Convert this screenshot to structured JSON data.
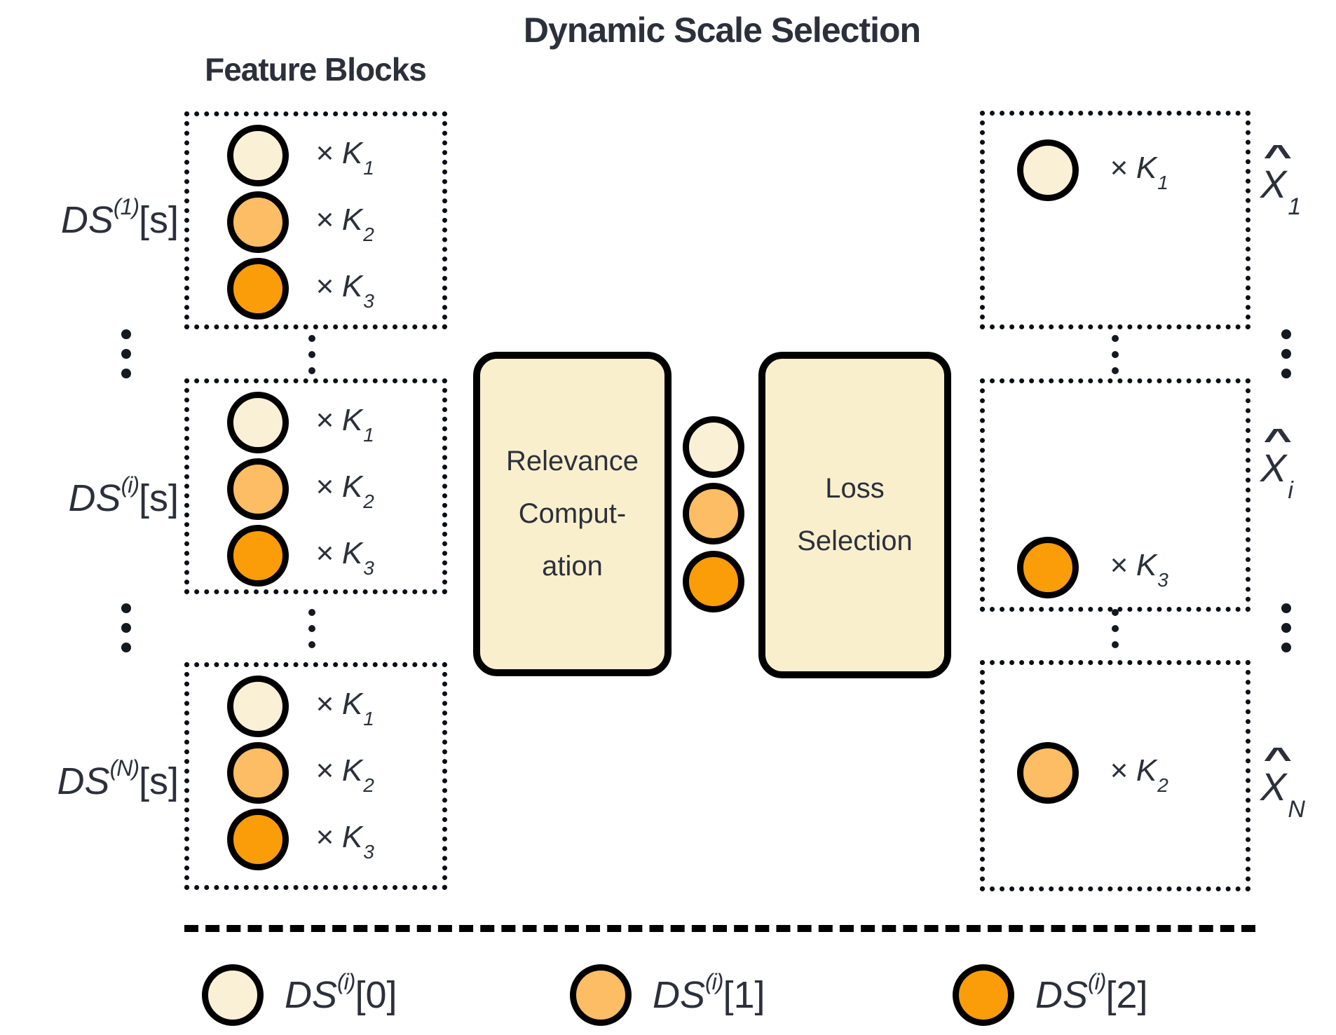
{
  "title": "Dynamic Scale Selection",
  "left_header": "Feature Blocks",
  "colors": {
    "cream": "#faf0d6",
    "light_orange": "#fcbd64",
    "orange": "#fb9d09",
    "panel_fill": "#faefcd",
    "ink": "#2b303b",
    "stroke": "#000000"
  },
  "left_blocks": [
    {
      "label": {
        "base": "DS",
        "sup": "(1)",
        "index": "[s]"
      },
      "rows": [
        {
          "color_name": "cream",
          "factor": "× K",
          "sub": "1"
        },
        {
          "color_name": "light_orange",
          "factor": "× K",
          "sub": "2"
        },
        {
          "color_name": "orange",
          "factor": "× K",
          "sub": "3"
        }
      ]
    },
    {
      "label": {
        "base": "DS",
        "sup": "(i)",
        "index": "[s]"
      },
      "rows": [
        {
          "color_name": "cream",
          "factor": "× K",
          "sub": "1"
        },
        {
          "color_name": "light_orange",
          "factor": "× K",
          "sub": "2"
        },
        {
          "color_name": "orange",
          "factor": "× K",
          "sub": "3"
        }
      ]
    },
    {
      "label": {
        "base": "DS",
        "sup": "(N)",
        "index": "[s]"
      },
      "rows": [
        {
          "color_name": "cream",
          "factor": "× K",
          "sub": "1"
        },
        {
          "color_name": "light_orange",
          "factor": "× K",
          "sub": "2"
        },
        {
          "color_name": "orange",
          "factor": "× K",
          "sub": "3"
        }
      ]
    }
  ],
  "process": {
    "relevance_lines": [
      "Relevance",
      "Comput-",
      "ation"
    ],
    "loss_lines": [
      "Loss",
      "Selection"
    ],
    "selector_circles": [
      "cream",
      "light_orange",
      "orange"
    ]
  },
  "right_blocks": [
    {
      "row": {
        "color_name": "cream",
        "factor": "× K",
        "sub": "1"
      },
      "output": {
        "letter": "X",
        "hat": "^",
        "sub": "1"
      }
    },
    {
      "row": {
        "color_name": "orange",
        "factor": "× K",
        "sub": "3"
      },
      "output": {
        "letter": "X",
        "hat": "^",
        "sub": "i"
      }
    },
    {
      "row": {
        "color_name": "light_orange",
        "factor": "× K",
        "sub": "2"
      },
      "output": {
        "letter": "X",
        "hat": "^",
        "sub": "N"
      }
    }
  ],
  "legend": [
    {
      "color_name": "cream",
      "base": "DS",
      "sup": "(i)",
      "index": "[0]"
    },
    {
      "color_name": "light_orange",
      "base": "DS",
      "sup": "(i)",
      "index": "[1]"
    },
    {
      "color_name": "orange",
      "base": "DS",
      "sup": "(i)",
      "index": "[2]"
    }
  ]
}
